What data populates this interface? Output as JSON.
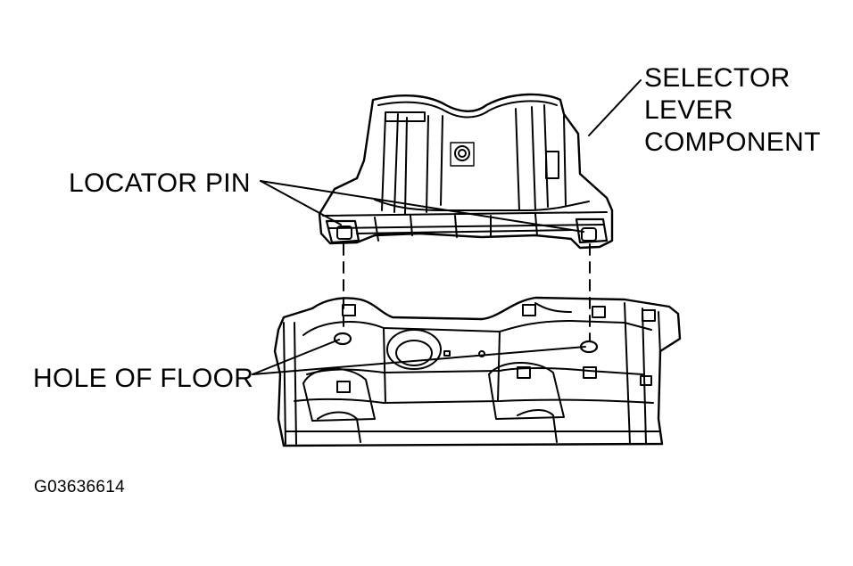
{
  "labels": {
    "selector_line1": "SELECTOR",
    "selector_line2": "LEVER",
    "selector_line3": "COMPONENT",
    "locator_pin": "LOCATOR PIN",
    "hole_of_floor": "HOLE OF FLOOR",
    "figure_code": "G03636614"
  },
  "colors": {
    "line": "#000000",
    "background": "#ffffff"
  }
}
